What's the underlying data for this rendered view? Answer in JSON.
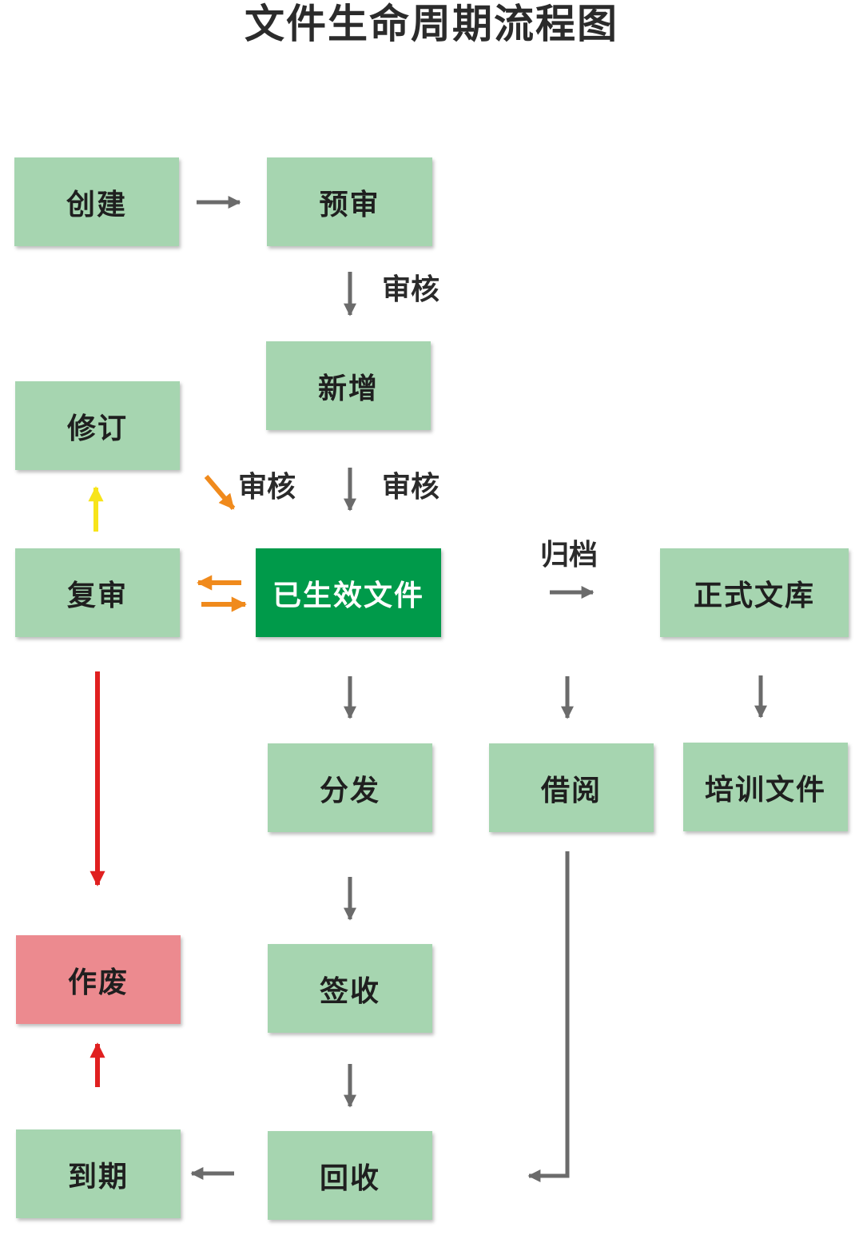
{
  "title": "文件生命周期流程图",
  "nodes": {
    "create": "创建",
    "prereview": "预审",
    "add": "新增",
    "revise": "修订",
    "rereview": "复审",
    "effective": "已生效文件",
    "official_library": "正式文库",
    "distribute": "分发",
    "borrow": "借阅",
    "training": "培训文件",
    "void": "作废",
    "sign": "签收",
    "expire": "到期",
    "recycle": "回收"
  },
  "labels": {
    "review_1": "审核",
    "review_2": "审核",
    "review_3": "审核",
    "archive": "归档"
  },
  "colors": {
    "node": "#a6d5b0",
    "active_node": "#009a4a",
    "void_node": "#ec8a8f",
    "arrow_gray": "#6b6b6b",
    "arrow_orange": "#f08a1c",
    "arrow_yellow": "#f7e41a",
    "arrow_red": "#e02020"
  }
}
